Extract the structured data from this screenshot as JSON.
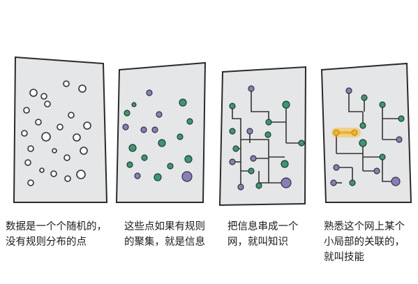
{
  "panels": [
    {
      "id": "data",
      "caption": [
        "数据是一个个随机的，",
        "没有规则分布的点"
      ]
    },
    {
      "id": "information",
      "caption": [
        "这些点如果有规则",
        "的聚集，就是信息"
      ]
    },
    {
      "id": "knowledge",
      "caption": [
        "把信息串成一个",
        "网，就叫知识"
      ]
    },
    {
      "id": "skill",
      "caption": [
        "熟悉这个网上某个",
        "小局部的关联的，",
        "就叫技能"
      ]
    }
  ],
  "colors": {
    "paper": "#e5e6e7",
    "outline": "#2a2a2a",
    "dot_empty": "#ffffff",
    "dot_green": "#2e9e72",
    "dot_purple": "#8a7cc0",
    "highlight": "#f3b51e"
  }
}
